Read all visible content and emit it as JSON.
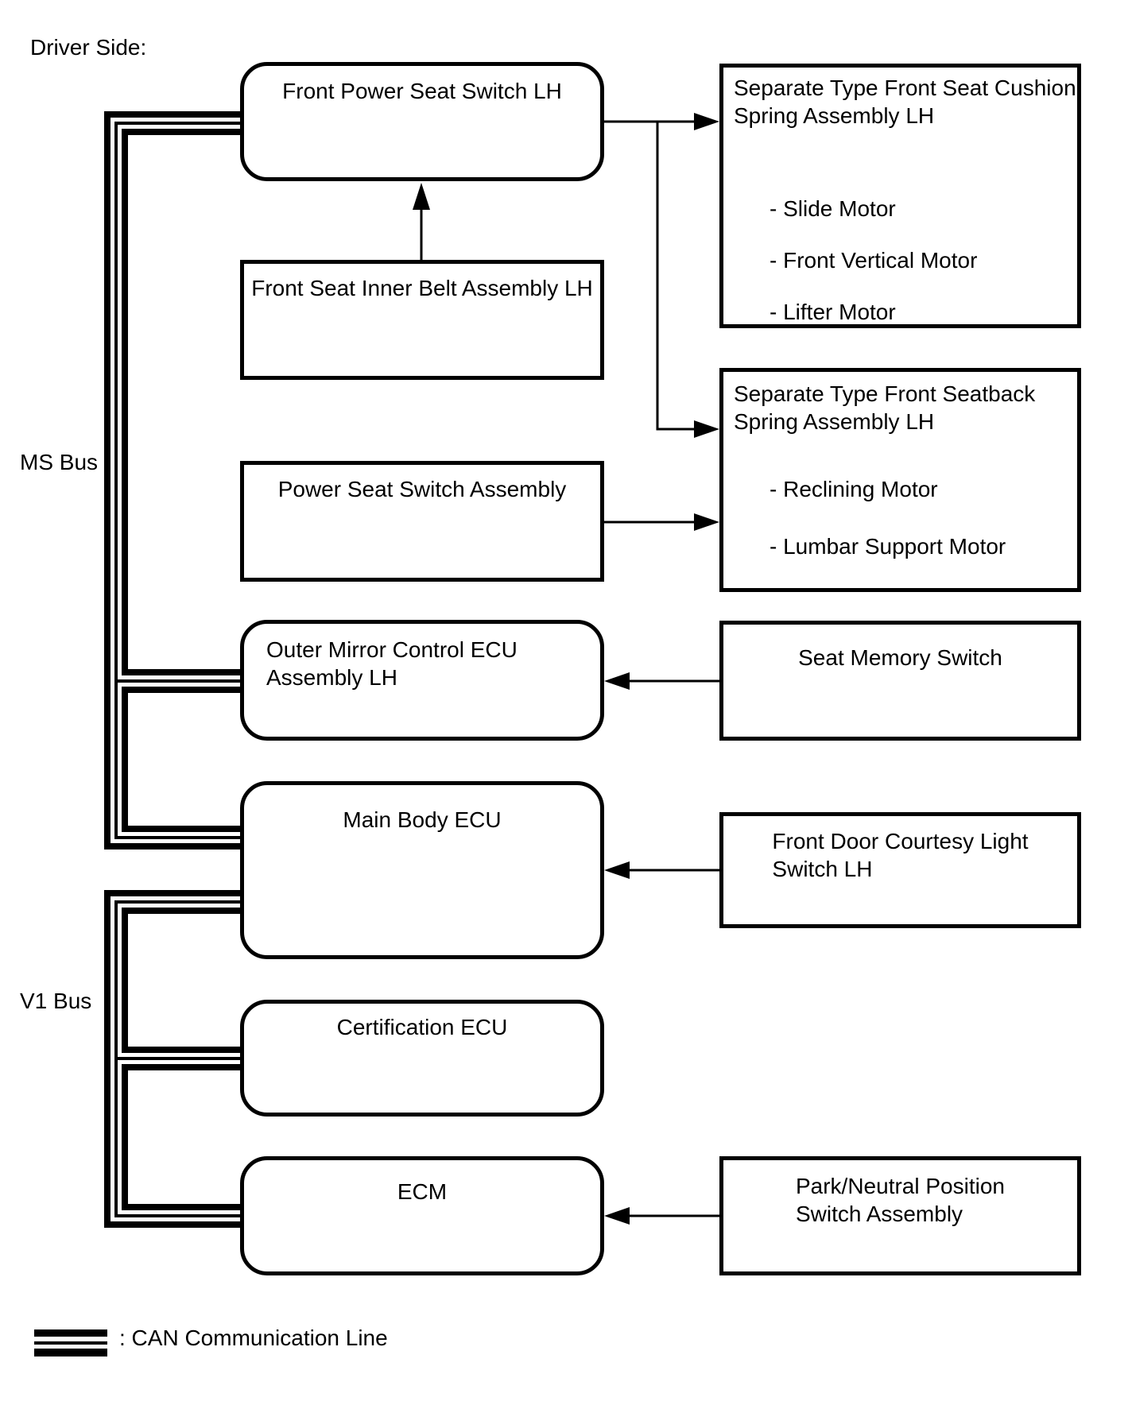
{
  "diagram": {
    "header": "Driver Side:",
    "colors": {
      "line": "#000000",
      "background": "#ffffff"
    },
    "buses": {
      "ms": {
        "label": "MS Bus"
      },
      "v1": {
        "label": "V1 Bus"
      }
    },
    "ecu_boxes": [
      {
        "id": "front-power-seat-switch-lh",
        "label": "Front Power Seat Switch LH",
        "shape": "rounded",
        "on_can_bus": "MS"
      },
      {
        "id": "front-seat-inner-belt-assembly-lh",
        "label": "Front Seat Inner Belt Assembly LH",
        "shape": "square",
        "on_can_bus": null
      },
      {
        "id": "power-seat-switch-assembly",
        "label": "Power Seat Switch Assembly",
        "shape": "square",
        "on_can_bus": null
      },
      {
        "id": "outer-mirror-control-ecu-assembly-lh",
        "label": "Outer Mirror Control ECU\nAssembly LH",
        "shape": "rounded",
        "on_can_bus": "MS"
      },
      {
        "id": "main-body-ecu",
        "label": "Main Body ECU",
        "shape": "rounded",
        "on_can_bus": "MS, V1"
      },
      {
        "id": "certification-ecu",
        "label": "Certification ECU",
        "shape": "rounded",
        "on_can_bus": "V1"
      },
      {
        "id": "ecm",
        "label": "ECM",
        "shape": "rounded",
        "on_can_bus": "V1"
      }
    ],
    "component_boxes": [
      {
        "id": "separate-type-front-seat-cushion-spring-assembly-lh",
        "title": "Separate Type Front Seat Cushion\nSpring Assembly LH",
        "items": [
          "- Slide Motor",
          "- Front Vertical Motor",
          "- Lifter Motor"
        ]
      },
      {
        "id": "separate-type-front-seatback-spring-assembly-lh",
        "title": "Separate Type Front Seatback\nSpring Assembly LH",
        "items": [
          "- Reclining Motor",
          "- Lumbar Support Motor"
        ]
      },
      {
        "id": "seat-memory-switch",
        "title": "Seat Memory Switch",
        "items": []
      },
      {
        "id": "front-door-courtesy-light-switch-lh",
        "title": "Front Door Courtesy Light\nSwitch LH",
        "items": []
      },
      {
        "id": "park-neutral-position-switch-assembly",
        "title": "Park/Neutral Position\nSwitch Assembly",
        "items": []
      }
    ],
    "legend": {
      "label": ": CAN Communication Line"
    }
  }
}
